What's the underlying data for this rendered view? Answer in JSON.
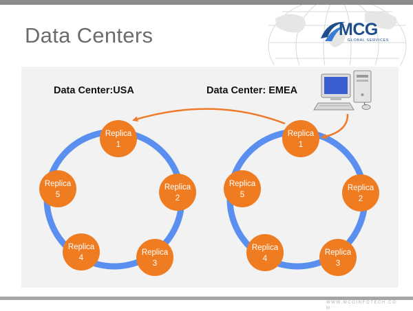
{
  "slide": {
    "title": "Data Centers",
    "footer_url": "WWW.MCGINFOTECH.CO M"
  },
  "logo": {
    "name": "MCG",
    "tagline": "GLOBAL SERVICES"
  },
  "data_centers": [
    {
      "label": "Data Center:USA",
      "replicas": [
        {
          "line1": "Replica",
          "line2": "1"
        },
        {
          "line1": "Replica",
          "line2": "2"
        },
        {
          "line1": "Replica",
          "line2": "3"
        },
        {
          "line1": "Replica",
          "line2": "4"
        },
        {
          "line1": "Replica",
          "line2": "5"
        }
      ]
    },
    {
      "label": "Data Center: EMEA",
      "replicas": [
        {
          "line1": "Replica",
          "line2": "1"
        },
        {
          "line1": "Replica",
          "line2": "2"
        },
        {
          "line1": "Replica",
          "line2": "3"
        },
        {
          "line1": "Replica",
          "line2": "4"
        },
        {
          "line1": "Replica",
          "line2": "5"
        }
      ]
    }
  ],
  "colors": {
    "replica_fill": "#f07c22",
    "ring": "#5a8ff0",
    "arrow": "#ef7b28",
    "brand": "#1e4f8a"
  },
  "icons": [
    "globe-watermark",
    "mcg-logo-swoosh",
    "desktop-computer-icon"
  ]
}
